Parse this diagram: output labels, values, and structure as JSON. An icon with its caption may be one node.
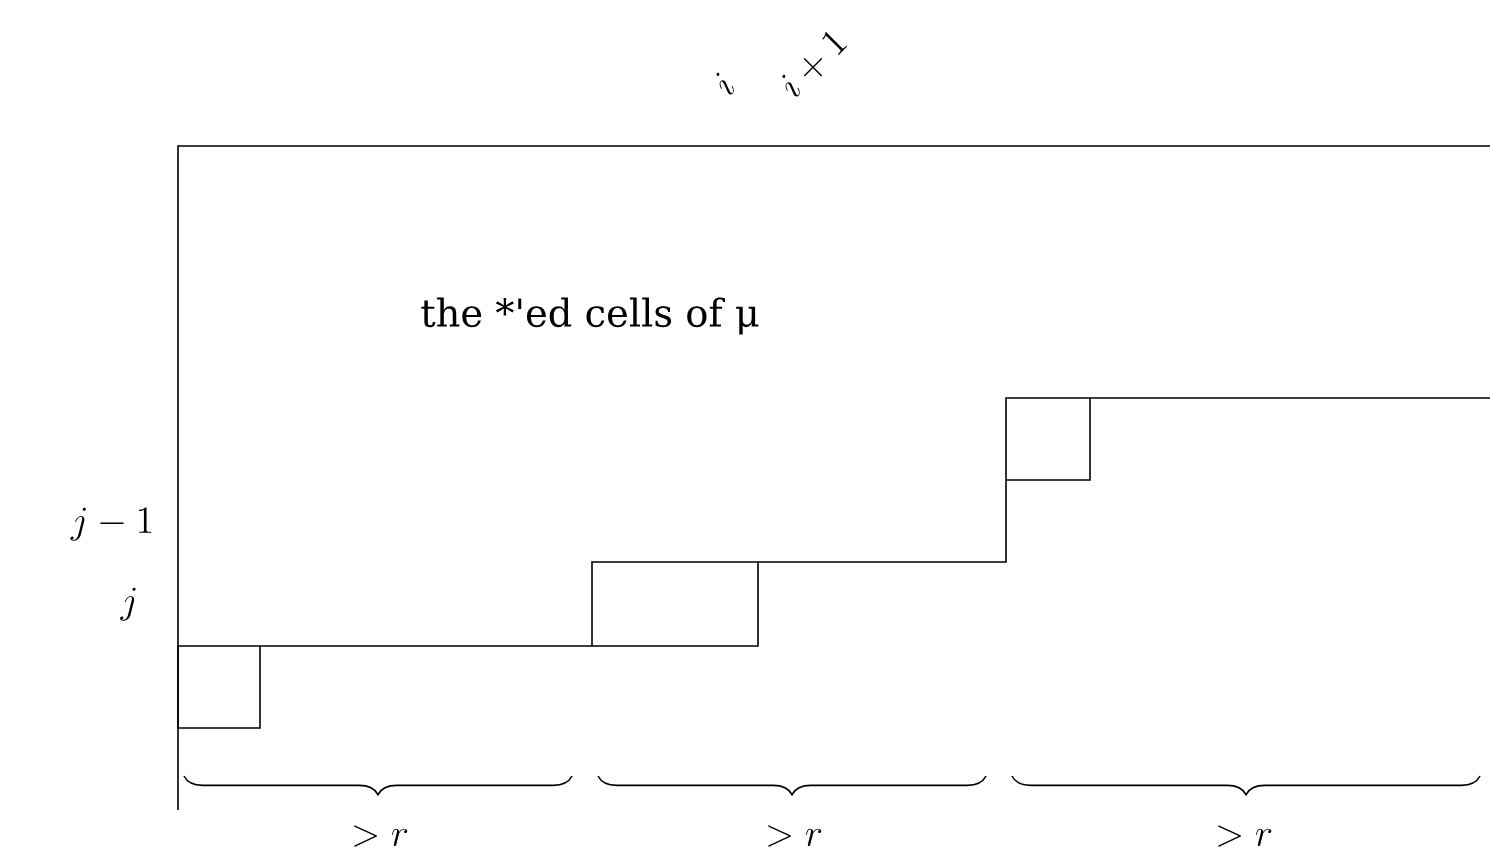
{
  "diagram": {
    "labels": [
      "i",
      "i+1",
      "the *'ed cells of μ",
      "j-1",
      "j",
      ">r",
      ">r",
      ">r"
    ]
  }
}
